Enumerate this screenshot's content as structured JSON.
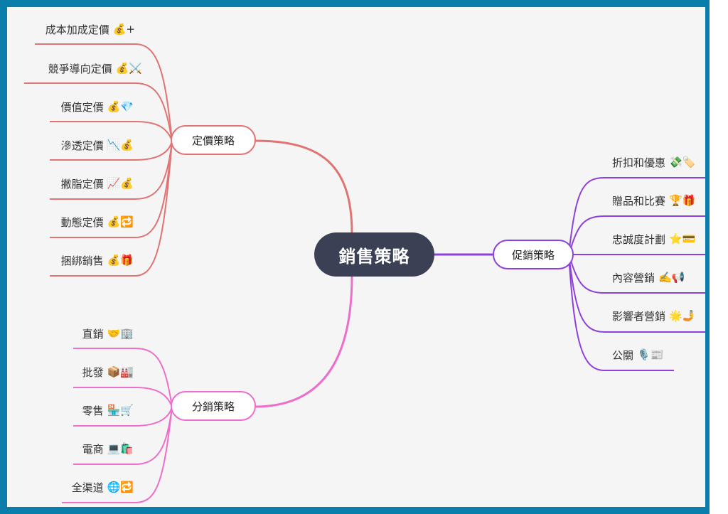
{
  "title": "銷售策略",
  "colors": {
    "pricing": "#e07474",
    "distribution": "#ec6fcb",
    "promotion": "#8e40db",
    "center": "#3c4055",
    "frame": "#0a7eaa"
  },
  "pricing": {
    "label": "定價策略",
    "items": [
      {
        "text": "成本加成定價",
        "emoji": "💰+"
      },
      {
        "text": "競爭導向定價",
        "emoji": "💰⚔️"
      },
      {
        "text": "價值定價",
        "emoji": "💰💎"
      },
      {
        "text": "滲透定價",
        "emoji": "📉💰"
      },
      {
        "text": "撇脂定價",
        "emoji": "📈💰"
      },
      {
        "text": "動態定價",
        "emoji": "💰🔁"
      },
      {
        "text": "捆綁銷售",
        "emoji": "💰🎁"
      }
    ]
  },
  "distribution": {
    "label": "分銷策略",
    "items": [
      {
        "text": "直銷",
        "emoji": "🤝🏢"
      },
      {
        "text": "批發",
        "emoji": "📦🏭"
      },
      {
        "text": "零售",
        "emoji": "🏪🛒"
      },
      {
        "text": "電商",
        "emoji": "💻🛍️"
      },
      {
        "text": "全渠道",
        "emoji": "🌐🔁"
      }
    ]
  },
  "promotion": {
    "label": "促銷策略",
    "items": [
      {
        "text": "折扣和優惠",
        "emoji": "💸🏷️"
      },
      {
        "text": "贈品和比賽",
        "emoji": "🏆🎁"
      },
      {
        "text": "忠誠度計劃",
        "emoji": "⭐💳"
      },
      {
        "text": "內容營銷",
        "emoji": "✍️📢"
      },
      {
        "text": "影響者營銷",
        "emoji": "🌟🤳"
      },
      {
        "text": "公關",
        "emoji": "🎙️📰"
      }
    ]
  }
}
